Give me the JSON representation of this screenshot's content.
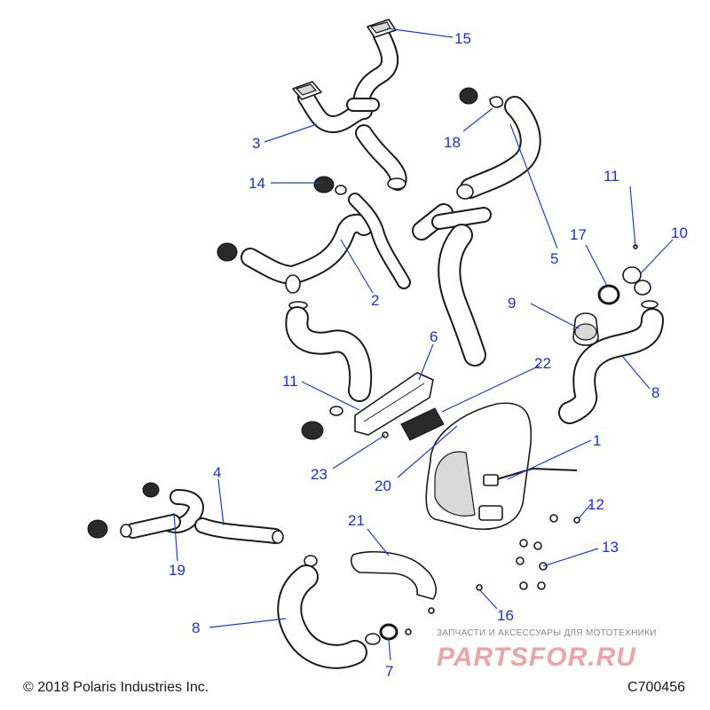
{
  "callouts": [
    {
      "id": "c15",
      "label": "15"
    },
    {
      "id": "c3",
      "label": "3"
    },
    {
      "id": "c18",
      "label": "18"
    },
    {
      "id": "c14",
      "label": "14"
    },
    {
      "id": "c11a",
      "label": "11"
    },
    {
      "id": "c10",
      "label": "10"
    },
    {
      "id": "c17",
      "label": "17"
    },
    {
      "id": "c5",
      "label": "5"
    },
    {
      "id": "c2",
      "label": "2"
    },
    {
      "id": "c9",
      "label": "9"
    },
    {
      "id": "c6",
      "label": "6"
    },
    {
      "id": "c22",
      "label": "22"
    },
    {
      "id": "c8a",
      "label": "8"
    },
    {
      "id": "c11b",
      "label": "11"
    },
    {
      "id": "c1",
      "label": "1"
    },
    {
      "id": "c23",
      "label": "23"
    },
    {
      "id": "c20",
      "label": "20"
    },
    {
      "id": "c4",
      "label": "4"
    },
    {
      "id": "c12",
      "label": "12"
    },
    {
      "id": "c13",
      "label": "13"
    },
    {
      "id": "c21",
      "label": "21"
    },
    {
      "id": "c19",
      "label": "19"
    },
    {
      "id": "c16",
      "label": "16"
    },
    {
      "id": "c8b",
      "label": "8"
    },
    {
      "id": "c7",
      "label": "7"
    }
  ],
  "footer": {
    "copyright": "© 2018 Polaris Industries Inc.",
    "code": "C700456"
  },
  "watermark": {
    "tagline": "ЗАПЧАСТИ И АКСЕССУАРЫ ДЛЯ МОТОТЕХНИКИ",
    "brand": "PARTSFOR.RU"
  }
}
